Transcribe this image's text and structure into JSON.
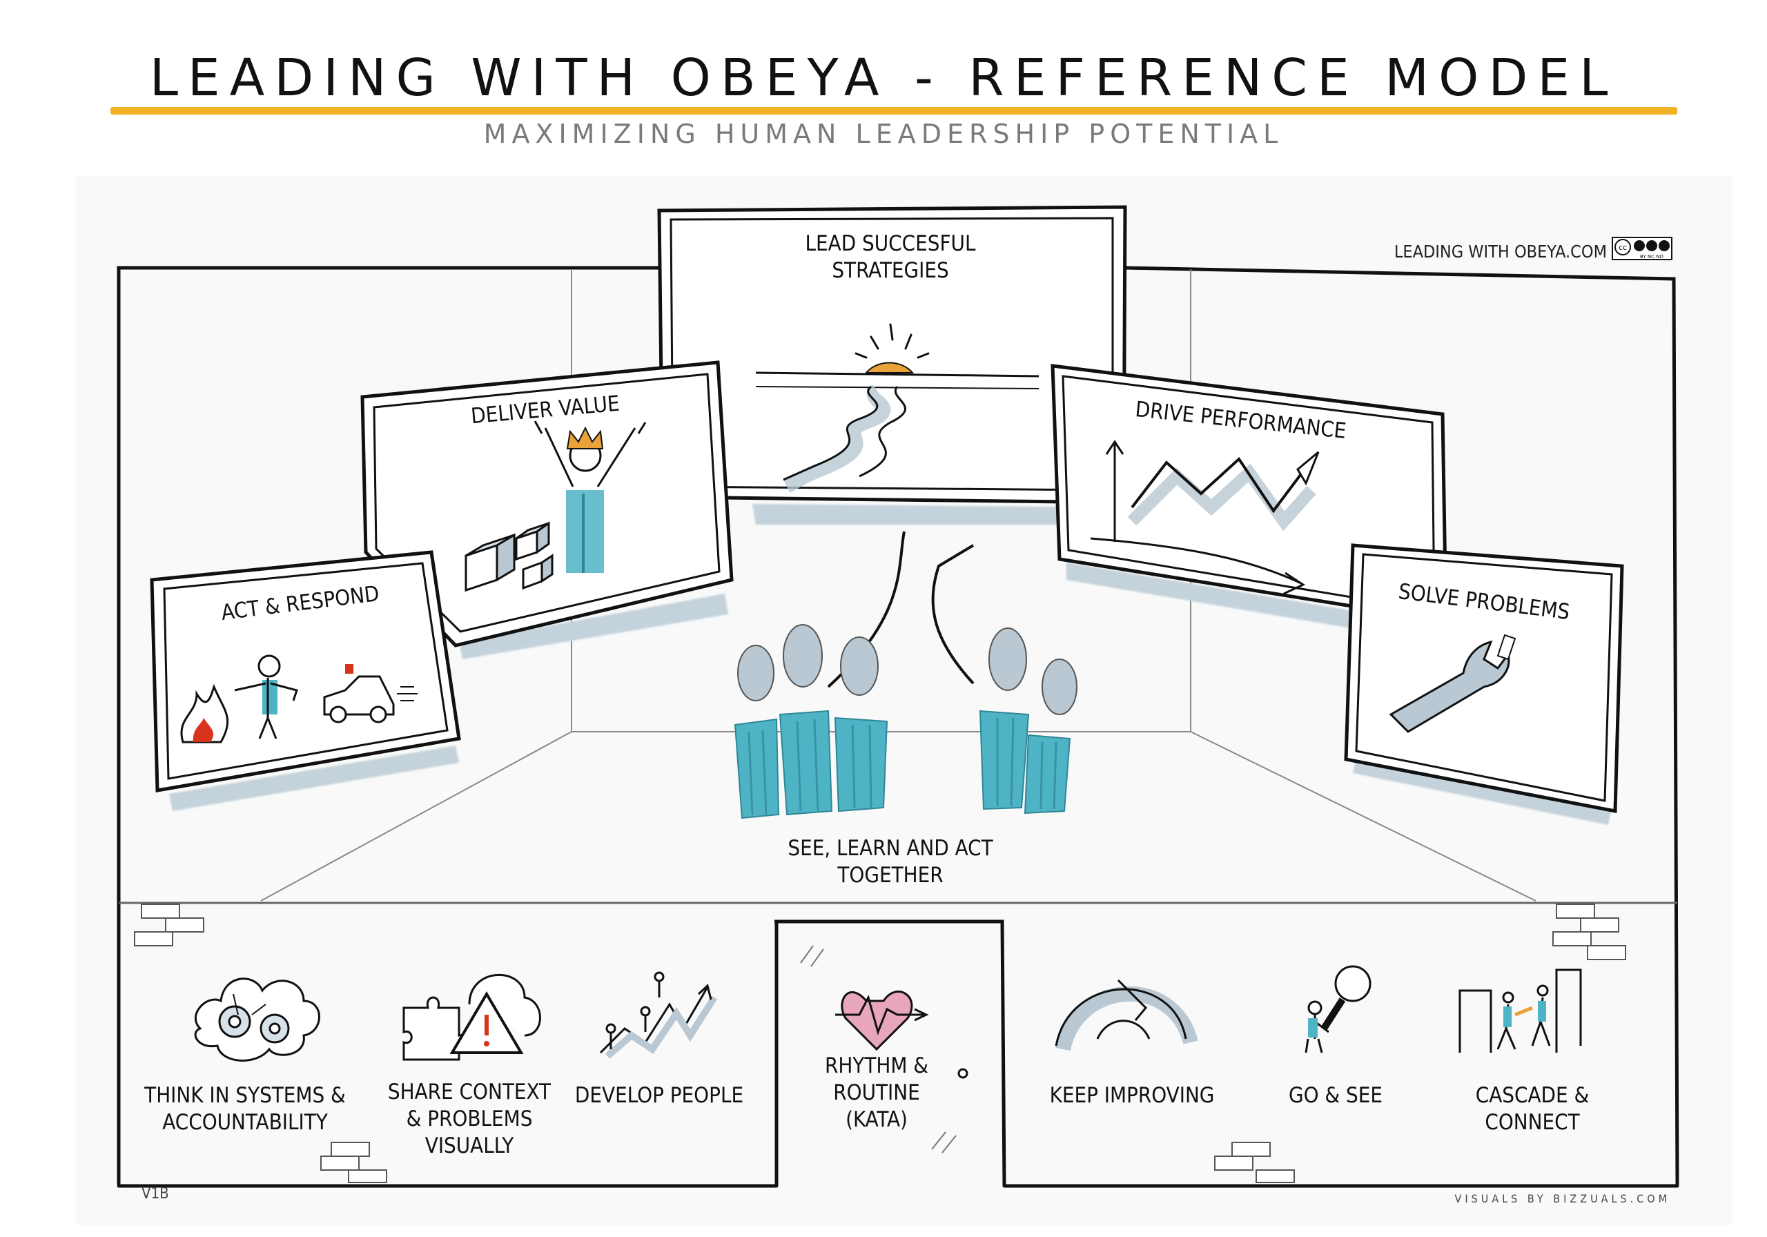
{
  "header": {
    "title": "LEADING WITH OBEYA - REFERENCE MODEL",
    "subtitle": "MAXIMIZING HUMAN LEADERSHIP POTENTIAL"
  },
  "website": "LEADING WITH OBEYA.COM",
  "license_badge": "BY NC ND",
  "screens": {
    "lead": [
      "LEAD SUCCESFUL",
      "STRATEGIES"
    ],
    "deliver": "DELIVER VALUE",
    "drive": "DRIVE PERFORMANCE",
    "act": "ACT & RESPOND",
    "solve": "SOLVE PROBLEMS"
  },
  "center": [
    "SEE, LEARN AND ACT",
    "TOGETHER"
  ],
  "foundation": {
    "systems": [
      "THINK IN SYSTEMS &",
      "ACCOUNTABILITY"
    ],
    "share": [
      "SHARE CONTEXT",
      "& PROBLEMS",
      "VISUALLY"
    ],
    "develop": "DEVELOP PEOPLE",
    "rhythm": [
      "RHYTHM &",
      "ROUTINE",
      "(KATA)"
    ],
    "improve": "KEEP IMPROVING",
    "gosee": "GO & SEE",
    "cascade": [
      "CASCADE &",
      "CONNECT"
    ]
  },
  "version": "V1B",
  "credit": "VISUALS BY BIZZUALS.COM",
  "colors": {
    "accent": "#f2b225",
    "teal": "#4fb3c6",
    "shadow": "#b9c8d2",
    "sun": "#e9a33a",
    "heart": "#e8a6bd",
    "fire": "#d9331c"
  }
}
